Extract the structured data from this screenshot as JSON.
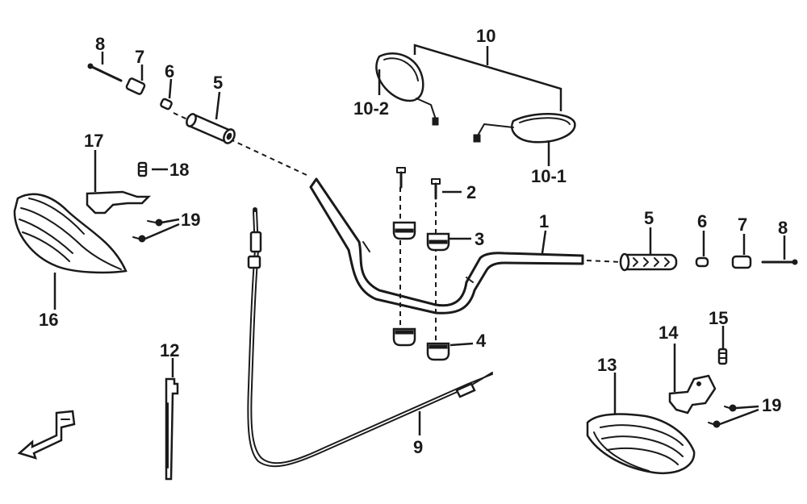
{
  "callouts": {
    "c1": "1",
    "c2": "2",
    "c3": "3",
    "c4": "4",
    "c5_left": "5",
    "c5_right": "5",
    "c6_left": "6",
    "c6_right": "6",
    "c7_left": "7",
    "c7_right": "7",
    "c8_left": "8",
    "c8_right": "8",
    "c9": "9",
    "c10": "10",
    "c10_1": "10-1",
    "c10_2": "10-2",
    "c12": "12",
    "c13": "13",
    "c14": "14",
    "c15": "15",
    "c16": "16",
    "c17": "17",
    "c18": "18",
    "c19_left": "19",
    "c19_right": "19"
  },
  "colors": {
    "ink": "#1a1a1a",
    "paper": "#ffffff"
  },
  "icons": {
    "front-arrow": "front-direction-arrow-icon"
  }
}
